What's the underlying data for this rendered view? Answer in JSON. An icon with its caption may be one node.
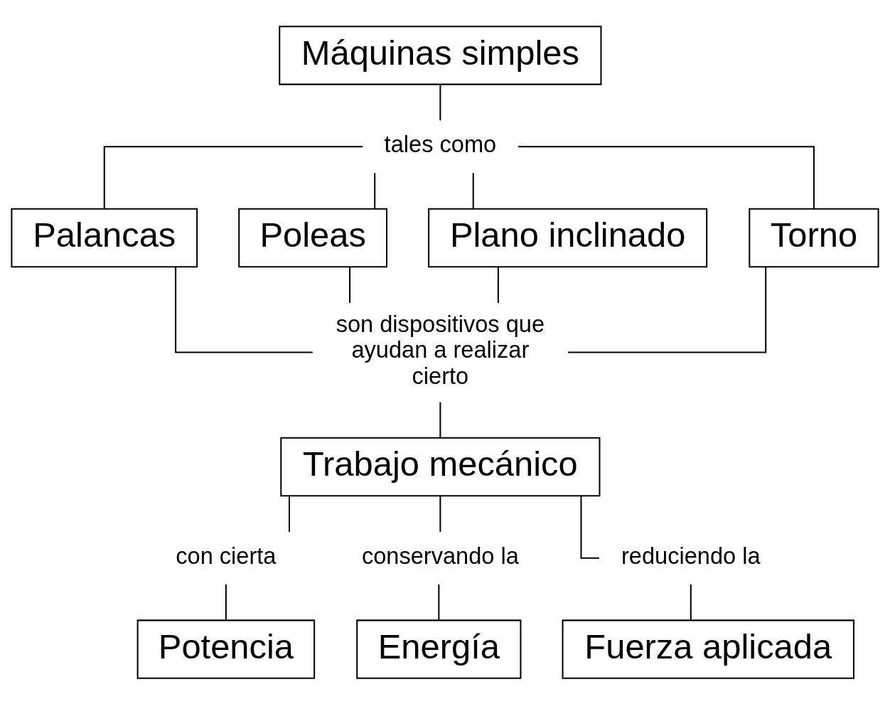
{
  "diagram": {
    "nodes": [
      {
        "text": [
          "Máquinas simples"
        ]
      },
      {
        "text": [
          "tales como"
        ]
      },
      {
        "text": [
          "Palancas"
        ]
      },
      {
        "text": [
          "Poleas"
        ]
      },
      {
        "text": [
          "Plano inclinado"
        ]
      },
      {
        "text": [
          "Torno"
        ]
      },
      {
        "text": [
          "son dispositivos que ayudan a realizar cierto"
        ]
      },
      {
        "text": [
          "Trabajo mecánico"
        ]
      },
      {
        "text": [
          "con cierta"
        ]
      },
      {
        "text": [
          "Potencia"
        ]
      },
      {
        "text": [
          "conservando la"
        ]
      },
      {
        "text": [
          "Energía"
        ]
      },
      {
        "text": [
          "reduciendo la"
        ]
      },
      {
        "text": [
          "Fuerza aplicada"
        ]
      }
    ],
    "edges": [
      {
        "from": 0,
        "to": 1,
        "arrow": "none"
      },
      {
        "from": 1,
        "to": 2,
        "arrow": "none"
      },
      {
        "from": 1,
        "to": 3,
        "arrow": "none"
      },
      {
        "from": 1,
        "to": 4,
        "arrow": "none"
      },
      {
        "from": 1,
        "to": 5,
        "arrow": "none"
      },
      {
        "from": 2,
        "to": 6,
        "arrow": "none"
      },
      {
        "from": 3,
        "to": 6,
        "arrow": "none"
      },
      {
        "from": 4,
        "to": 6,
        "arrow": "none"
      },
      {
        "from": 5,
        "to": 6,
        "arrow": "none"
      },
      {
        "from": 6,
        "to": 7,
        "arrow": "none"
      },
      {
        "from": 7,
        "to": 8,
        "arrow": "none"
      },
      {
        "from": 8,
        "to": 9,
        "arrow": "none"
      },
      {
        "from": 7,
        "to": 10,
        "arrow": "none"
      },
      {
        "from": 10,
        "to": 11,
        "arrow": "none"
      },
      {
        "from": 7,
        "to": 12,
        "arrow": "none"
      },
      {
        "from": 12,
        "to": 13,
        "arrow": "none"
      }
    ]
  }
}
